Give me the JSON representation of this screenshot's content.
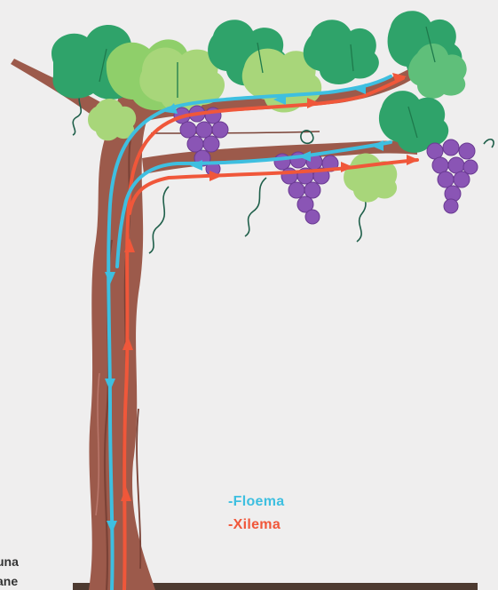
{
  "legend": {
    "floema": {
      "label": "-Floema",
      "color": "#3ebfe0"
    },
    "xilema": {
      "label": "-Xilema",
      "color": "#f0573a"
    }
  },
  "cut_text": {
    "line1": "una",
    "line2": "ane"
  },
  "colors": {
    "background": "#efeeee",
    "trunk": "#9c5a4b",
    "trunk_dark": "#7a4236",
    "ground": "#4d3a30",
    "leaf_dark": "#2fa36a",
    "leaf_light": "#a8d67a",
    "grape": "#8a55b5",
    "tendril": "#1f5f4a"
  }
}
